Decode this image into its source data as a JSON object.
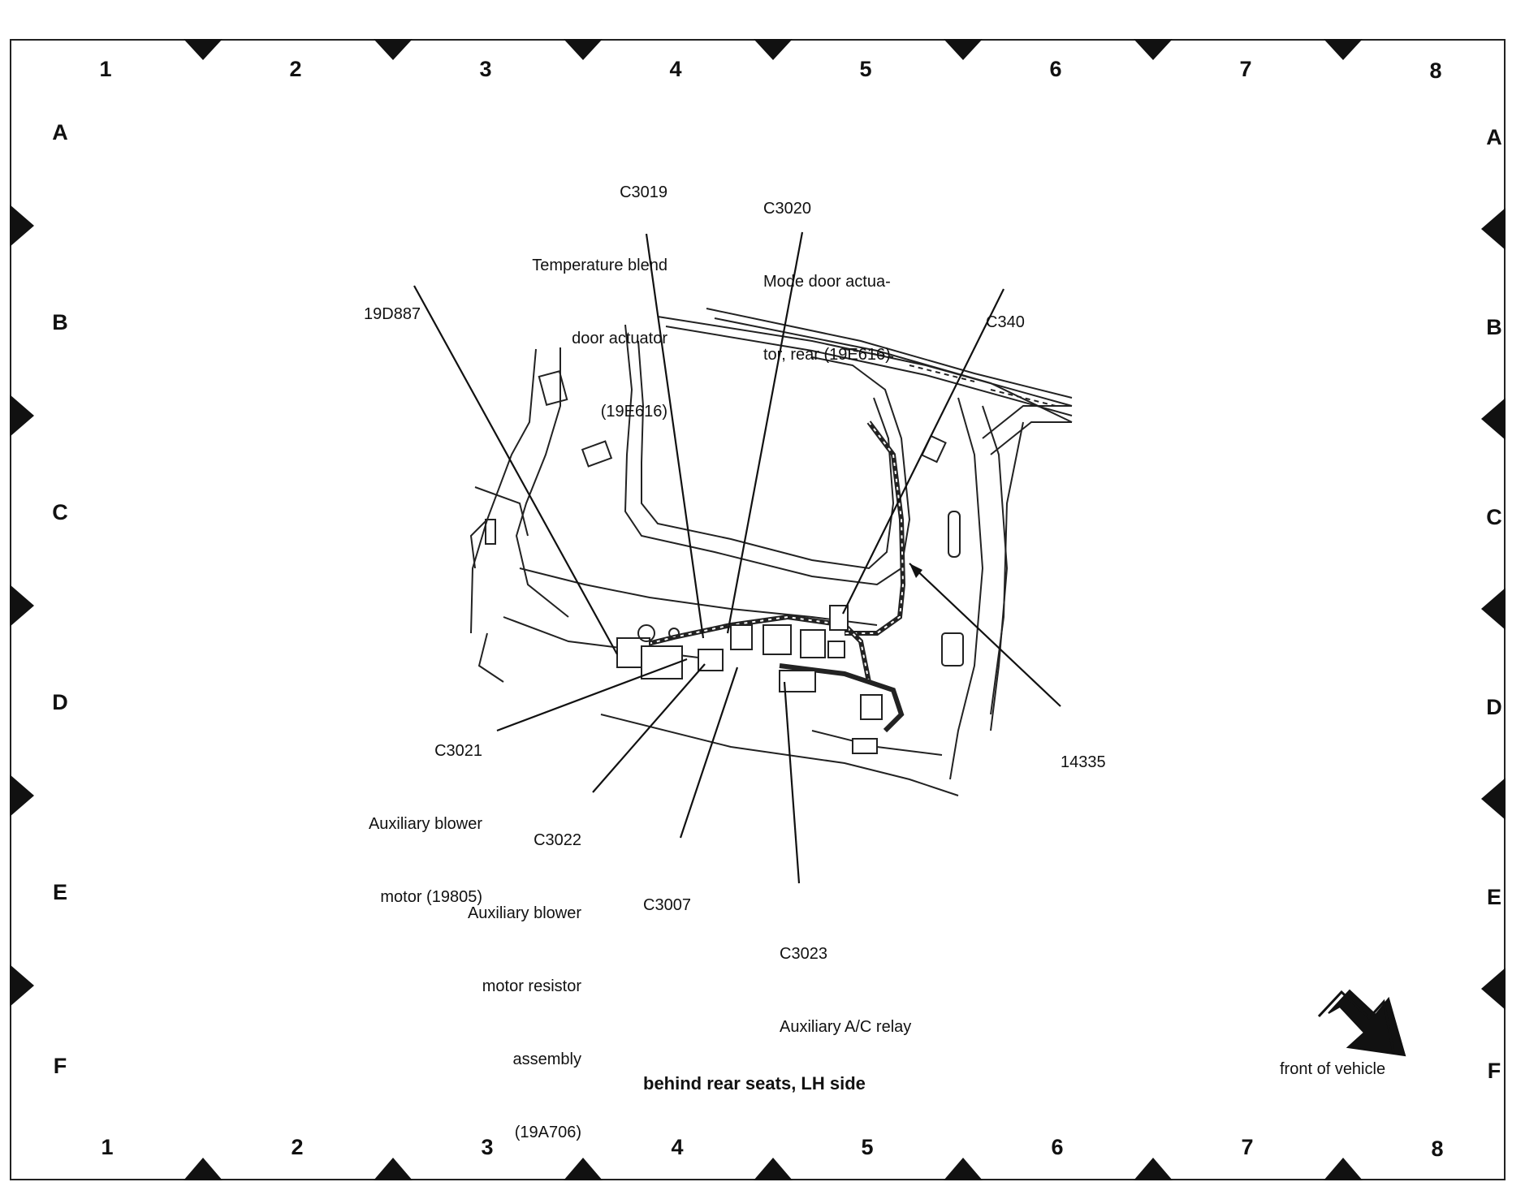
{
  "grid": {
    "columns": [
      "1",
      "2",
      "3",
      "4",
      "5",
      "6",
      "7",
      "8"
    ],
    "rows": [
      "A",
      "B",
      "C",
      "D",
      "E",
      "F"
    ]
  },
  "callouts": {
    "c3019": {
      "code": "C3019",
      "line1": "Temperature blend",
      "line2": "door actuator",
      "line3": "(19E616)"
    },
    "c3020": {
      "code": "C3020",
      "line1": "Mode door actua-",
      "line2": "tor, rear (19E616)"
    },
    "d887": {
      "code": "19D887"
    },
    "c340": {
      "code": "C340"
    },
    "c3021": {
      "code": "C3021",
      "line1": "Auxiliary blower",
      "line2": "motor (19805)"
    },
    "p14335": {
      "code": "14335"
    },
    "c3022": {
      "code": "C3022",
      "line1": "Auxiliary blower",
      "line2": "motor resistor",
      "line3": "assembly",
      "line4": "(19A706)"
    },
    "c3007": {
      "code": "C3007"
    },
    "c3023": {
      "code": "C3023",
      "line1": "Auxiliary A/C relay"
    }
  },
  "caption": "behind rear seats, LH side",
  "front_of_vehicle": "front of vehicle",
  "colors": {
    "ink": "#111111",
    "marker": "#111111"
  }
}
